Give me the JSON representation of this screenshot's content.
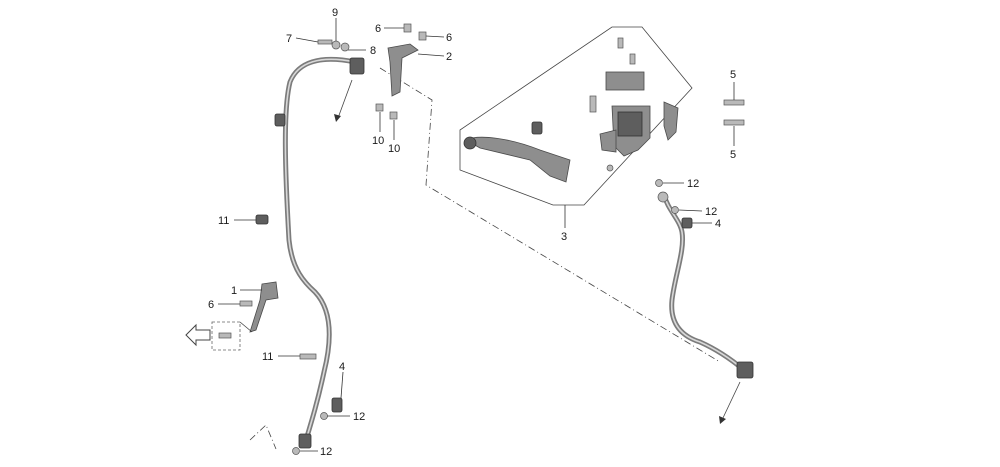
{
  "callouts": {
    "c1": "1",
    "c2": "2",
    "c3": "3",
    "c4a": "4",
    "c4b": "4",
    "c5a": "5",
    "c5b": "5",
    "c6a": "6",
    "c6b": "6",
    "c6c": "6",
    "c7": "7",
    "c8": "8",
    "c9": "9",
    "c10a": "10",
    "c10b": "10",
    "c11a": "11",
    "c11b": "11",
    "c12a": "12",
    "c12b": "12",
    "c12c": "12",
    "c12d": "12"
  },
  "colors": {
    "hose": "#7c7c7c",
    "part": "#8e8e8e",
    "line": "#333333"
  }
}
